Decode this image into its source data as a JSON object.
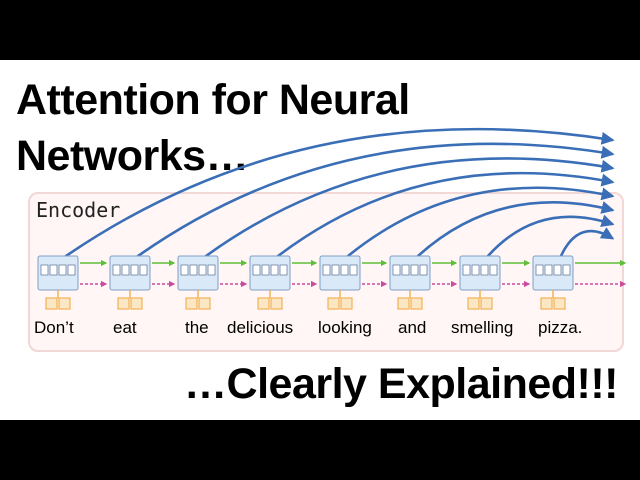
{
  "title": {
    "line1": "Attention for Neural",
    "line2": "Networks…"
  },
  "subtitle": "…Clearly Explained!!!",
  "encoder": {
    "label": "Encoder",
    "words": [
      "Don’t",
      "eat",
      "the",
      "delicious",
      "looking",
      "and",
      "smelling",
      "pizza."
    ]
  },
  "colors": {
    "attention_arrow": "#3a6fb7",
    "forward_arrow": "#5fbf3a",
    "backward_arrow": "#c84ca0",
    "lstm_cell": "#d9e9f7",
    "embedding_box": "#f2b255",
    "encoder_box_fill": "#fff6f5",
    "encoder_box_border": "#f1d7d5"
  }
}
